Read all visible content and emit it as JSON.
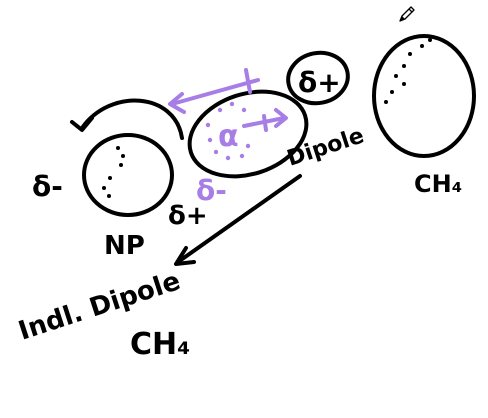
{
  "canvas": {
    "background": "#ffffff",
    "ink_color": "#000000",
    "highlight_color": "#a77de6",
    "active_tool": "pen-icon"
  },
  "labels": {
    "delta_minus_left": "δ-",
    "delta_plus_top": "δ+",
    "delta_plus_bottom": "δ+",
    "delta_minus_purple": "δ-",
    "alpha_symbol": "α",
    "np_label": "NP",
    "dipole_label": "Dipole",
    "ch4_right": "CH₄",
    "induced_dipole_label": "Indl. Dipole",
    "ch4_bottom": "CH₄"
  }
}
